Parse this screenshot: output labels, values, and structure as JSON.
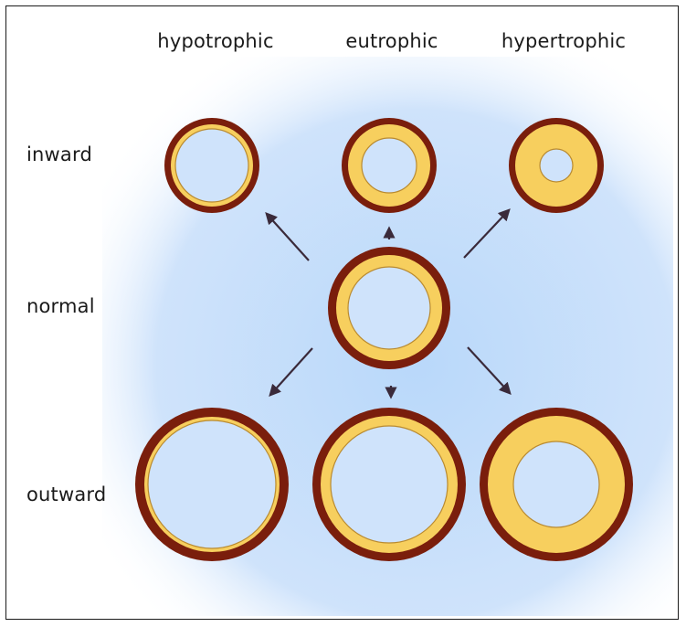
{
  "columns": [
    "hypotrophic",
    "eutrophic",
    "hypertrophic"
  ],
  "rows": [
    "inward",
    "normal",
    "outward"
  ],
  "colors": {
    "background_panel": "#c9e0fb",
    "vessel_wall_outer": "#7a1e0c",
    "vessel_media": "#f7cf5e",
    "lumen": "#cfe3fb",
    "arrow": "#3a2a3a"
  }
}
